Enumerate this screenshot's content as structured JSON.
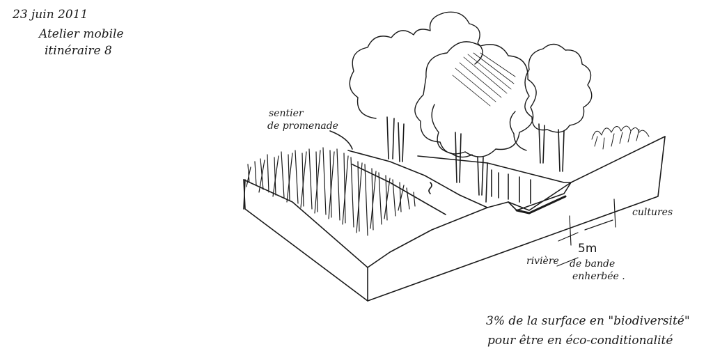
{
  "notes": {
    "date": "23 juin 2011",
    "atelier": "Atelier mobile",
    "itineraire": "itinéraire 8"
  },
  "labels": {
    "sentier": "sentier",
    "promenade": "de promenade",
    "cultures": "cultures",
    "riviere": "rivière",
    "width": "5m",
    "bande": "de bande",
    "enherbee": "enherbée ."
  },
  "caption": {
    "line1": "3% de la surface en \"biodiversité\"",
    "line2": "pour être en éco-conditionalité"
  },
  "colors": {
    "ink": "#1a1a1a",
    "paper": "#ffffff"
  }
}
